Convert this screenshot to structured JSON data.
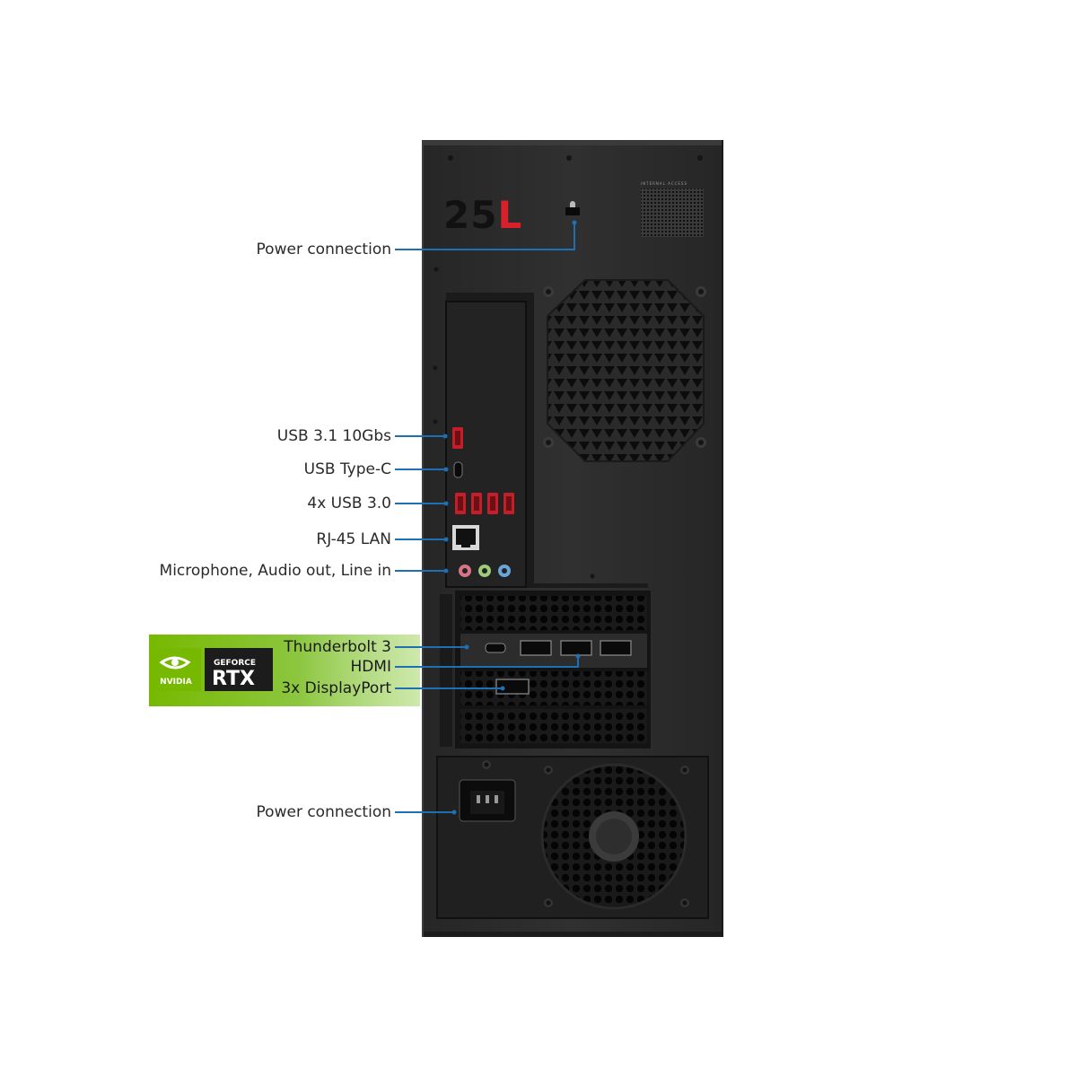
{
  "product": {
    "model_text": "25L",
    "back_panel_text": "INTERNAL ACCESS"
  },
  "callouts": [
    {
      "id": "power-top",
      "label": "Power connection"
    },
    {
      "id": "usb31",
      "label": "USB 3.1 10Gbs"
    },
    {
      "id": "usbc",
      "label": "USB Type-C"
    },
    {
      "id": "usb30",
      "label": "4x USB 3.0"
    },
    {
      "id": "rj45",
      "label": "RJ-45 LAN"
    },
    {
      "id": "audio",
      "label": "Microphone, Audio out, Line in"
    },
    {
      "id": "thunderbolt",
      "label": "Thunderbolt 3"
    },
    {
      "id": "hdmi",
      "label": "HDMI"
    },
    {
      "id": "displayport",
      "label": "3x DisplayPort"
    },
    {
      "id": "power-bottom",
      "label": "Power connection"
    }
  ],
  "badge": {
    "nvidia_text": "NVIDIA",
    "geforce_text": "GEFORCE",
    "rtx_text": "RTX"
  },
  "colors": {
    "leader": "#1f6fb5",
    "case": "#2b2b2b",
    "accent_red": "#d6202a",
    "nvidia_green": "#76b900"
  }
}
